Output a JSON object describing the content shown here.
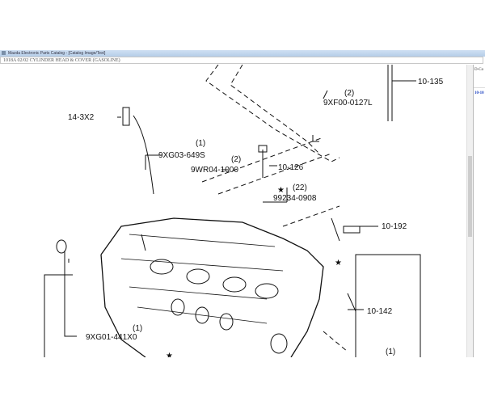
{
  "window": {
    "title": "Mazda Electronic Parts Catalog - [Catalog Image/Text]"
  },
  "header": {
    "section": "1018A 02/02 CYLINDER HEAD & COVER (GASOLINE)"
  },
  "panel": {
    "column_header": "D-Co",
    "row_ref": "10-10"
  },
  "diagram": {
    "labels": {
      "l1": "14-3X2",
      "l2q": "(1)",
      "l2": "9XG03-649S",
      "l3q": "(2)",
      "l3": "9WR04-1000",
      "l4": "10-126",
      "l5q": "(22)",
      "l5": "99234-0908",
      "l6q": "(2)",
      "l6": "9XF00-0127L",
      "l7": "10-135",
      "l8": "10-192",
      "l9": "10-142",
      "l10q": "(1)",
      "l10": "9XG01-441X0",
      "l11q": "(1)"
    }
  }
}
